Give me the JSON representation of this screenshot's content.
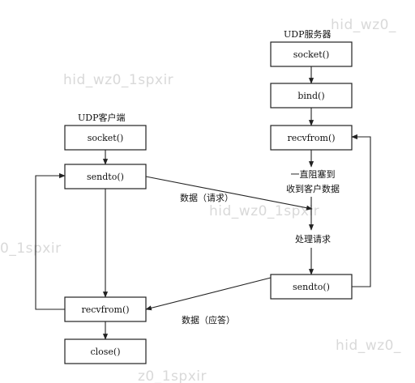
{
  "client": {
    "title": "UDP客户端",
    "socket": "socket()",
    "sendto": "sendto()",
    "recvfrom": "recvfrom()",
    "close": "close()"
  },
  "server": {
    "title": "UDP服务器",
    "socket": "socket()",
    "bind": "bind()",
    "recvfrom": "recvfrom()",
    "sendto": "sendto()",
    "block_line1": "一直阻塞到",
    "block_line2": "收到客户数据",
    "process": "处理请求"
  },
  "labels": {
    "data_request": "数据（请求）",
    "data_response": "数据（应答）"
  },
  "watermarks": [
    "hid_wz0_",
    "hid_wz0_1spxir",
    "hid_wz0_1spxir",
    "0_1spxir",
    "hid_wz0_",
    "z0_1spxir"
  ]
}
